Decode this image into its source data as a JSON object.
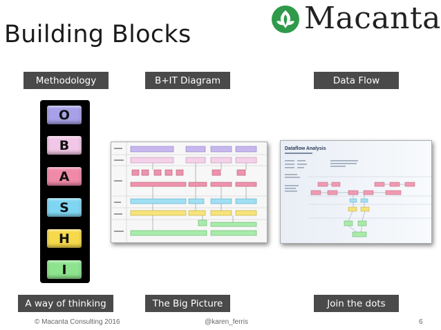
{
  "slide": {
    "title": "Building Blocks",
    "logo_text": "Macanta",
    "brand_color": "#2e9a4a"
  },
  "columns": [
    {
      "header": "Methodology",
      "caption": "A way of thinking"
    },
    {
      "header": "B+IT Diagram",
      "caption": "The Big Picture"
    },
    {
      "header": "Data Flow",
      "caption": "Join the dots"
    }
  ],
  "oboshi": {
    "letters": [
      {
        "letter": "O",
        "color": "#a8a0e8"
      },
      {
        "letter": "B",
        "color": "#f2c6e6"
      },
      {
        "letter": "A",
        "color": "#f08aa8"
      },
      {
        "letter": "S",
        "color": "#7fd6f2"
      },
      {
        "letter": "H",
        "color": "#f6d94a"
      },
      {
        "letter": "I",
        "color": "#8ee48e"
      }
    ]
  },
  "dataflow": {
    "heading": "Dataflow Analysis"
  },
  "footer": {
    "copyright": "© Macanta Consulting 2016",
    "handle": "@karen_ferris",
    "page": "6"
  }
}
